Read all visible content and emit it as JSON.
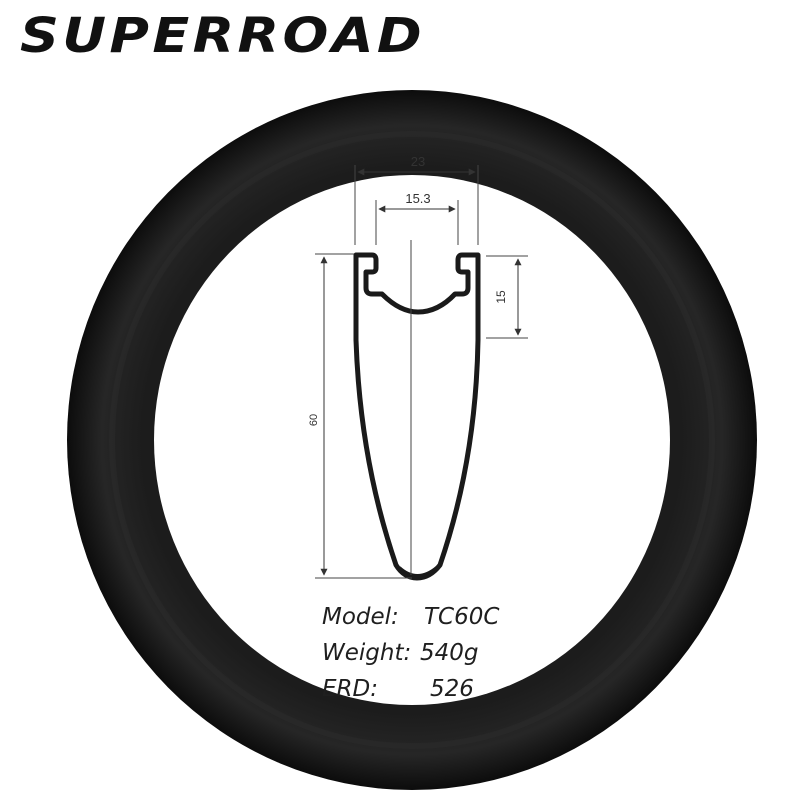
{
  "brand": {
    "name": "SUPERROAD",
    "color": "#111111"
  },
  "rim": {
    "color": "#111111",
    "profile_color": "#1a1a1a"
  },
  "dimensions": {
    "outer_width": "23",
    "inner_width": "15.3",
    "hook_depth": "15",
    "rim_depth": "60"
  },
  "specs": [
    {
      "label": "Model:",
      "value": "TC60C"
    },
    {
      "label": "Weight:",
      "value": "540g"
    },
    {
      "label": "ERD:",
      "value": "526"
    }
  ]
}
